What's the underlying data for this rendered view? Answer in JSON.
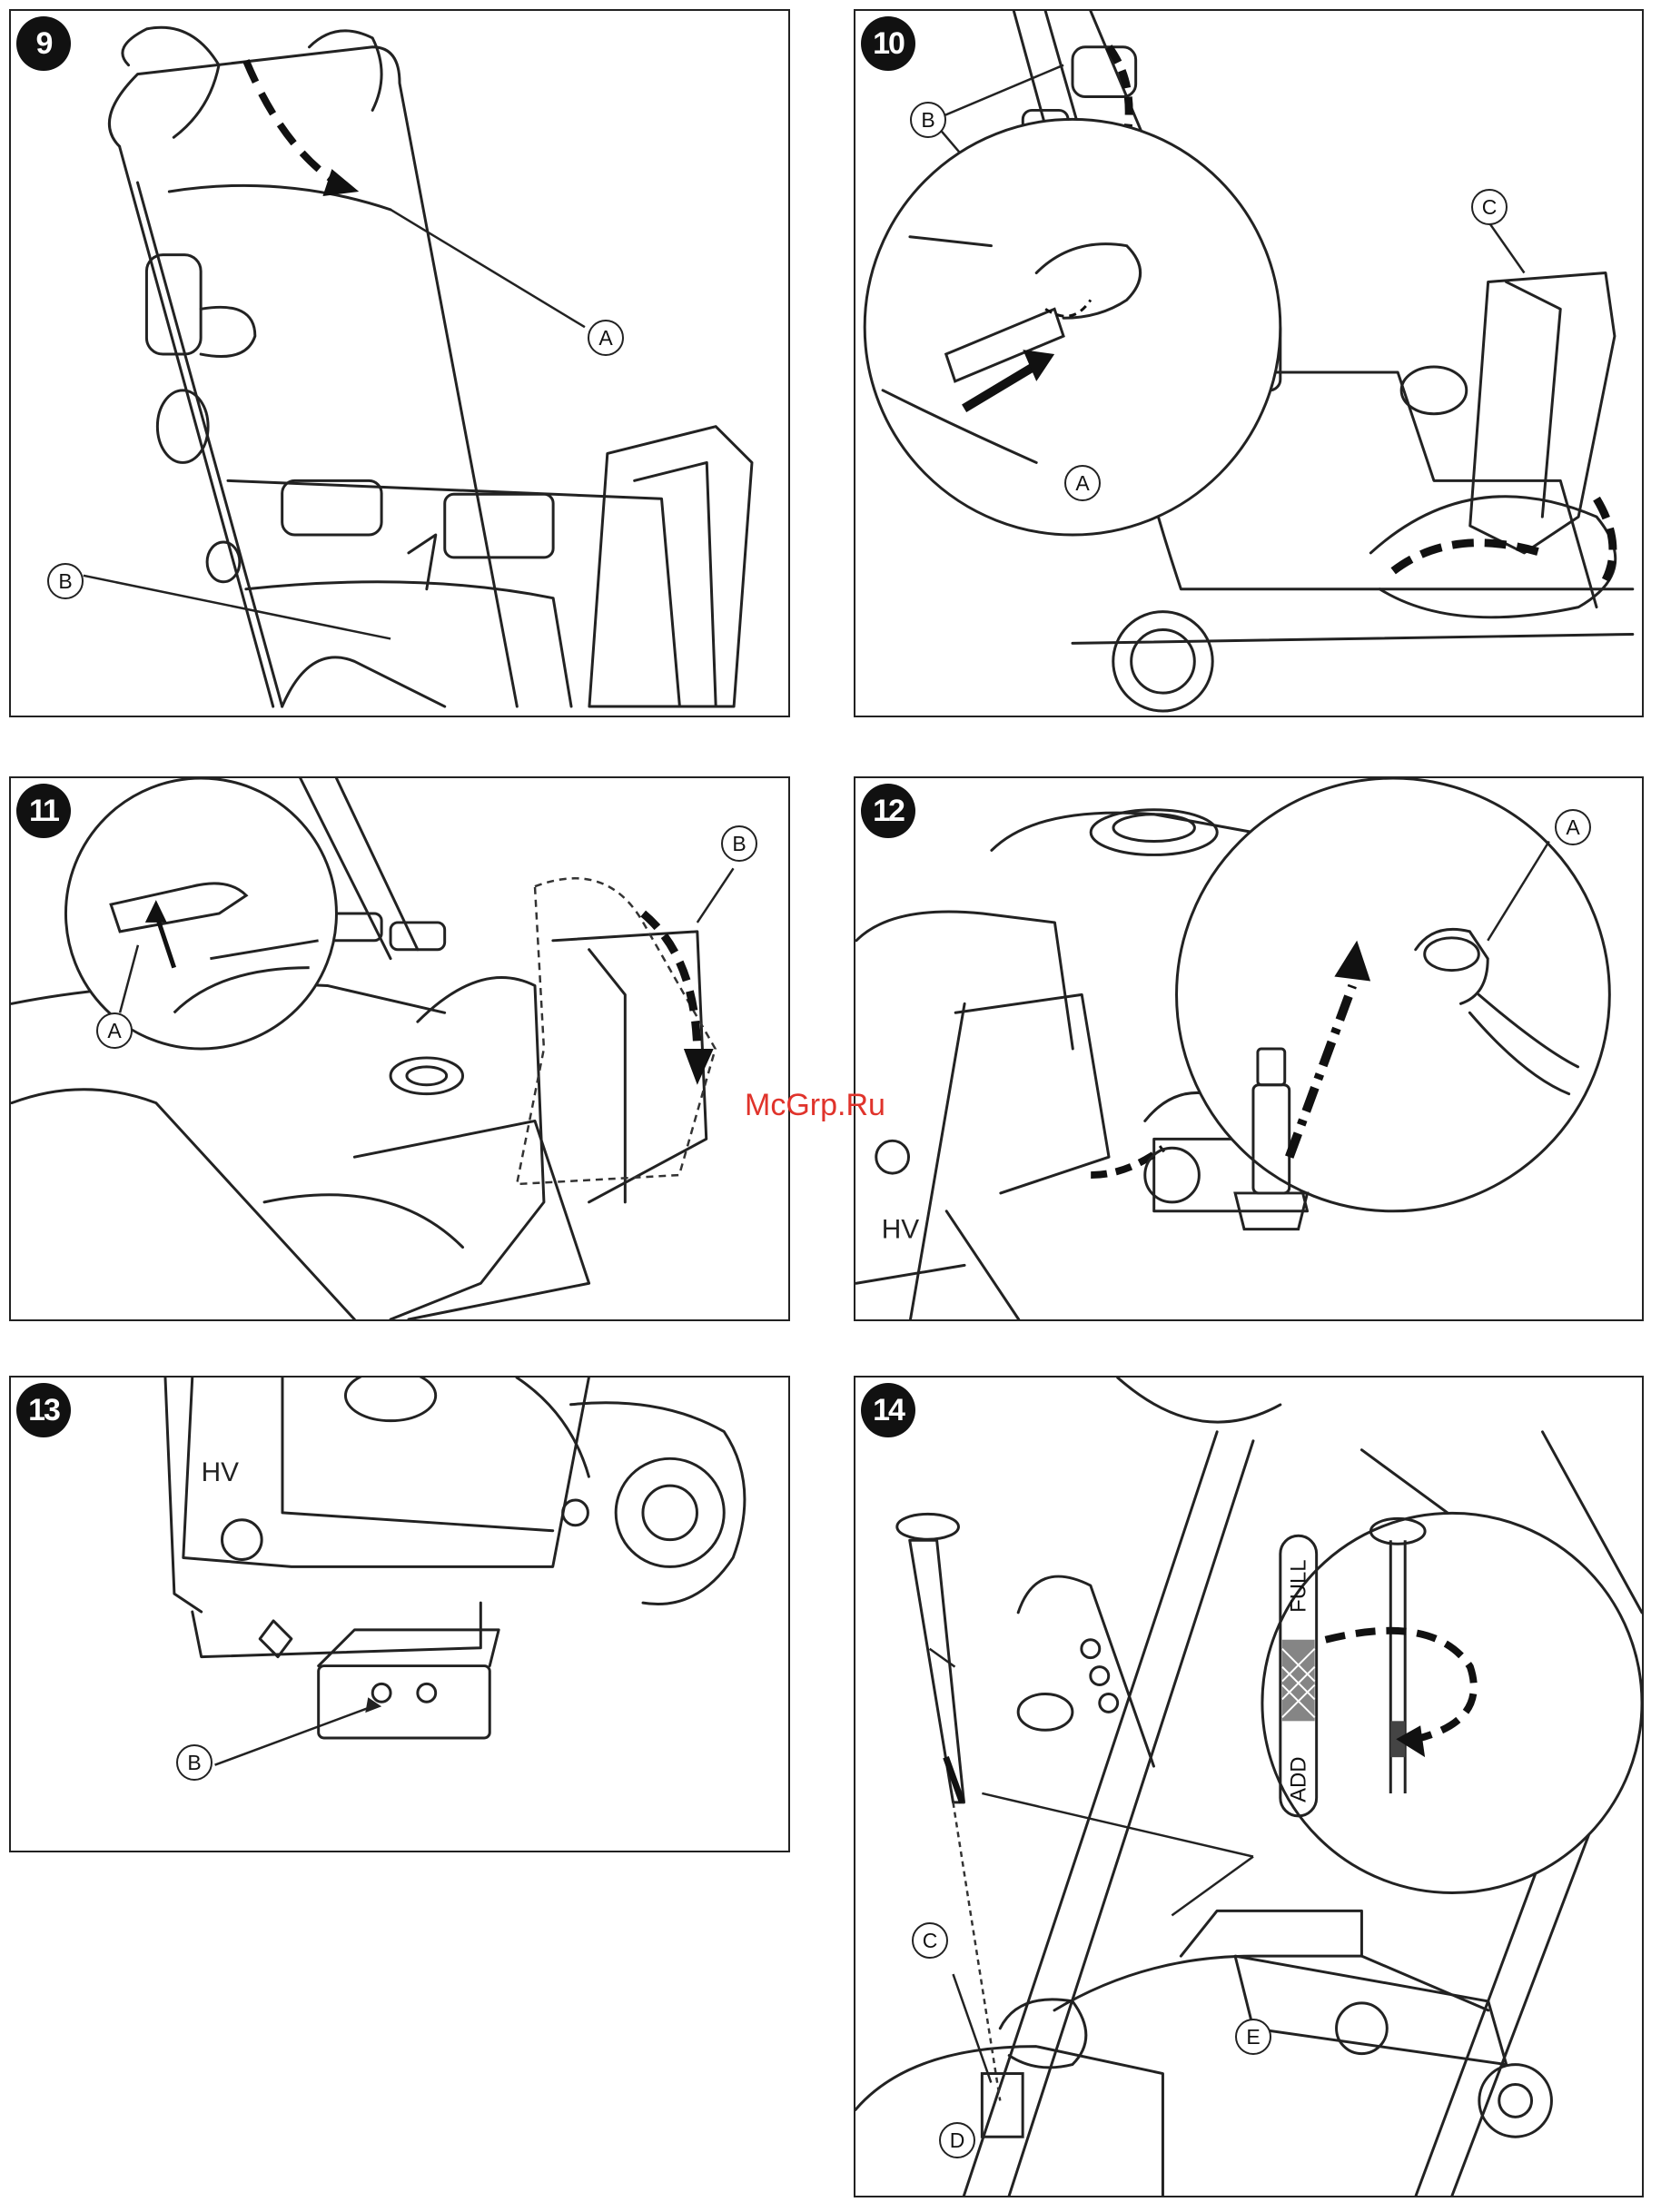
{
  "panels": [
    {
      "number": "9",
      "callouts": [
        "A",
        "B"
      ]
    },
    {
      "number": "10",
      "callouts": [
        "B",
        "C",
        "A"
      ]
    },
    {
      "number": "11",
      "callouts": [
        "B",
        "A"
      ]
    },
    {
      "number": "12",
      "callouts": [
        "A"
      ]
    },
    {
      "number": "13",
      "callouts": [
        "B"
      ]
    },
    {
      "number": "14",
      "callouts": [
        "C",
        "E",
        "D"
      ]
    }
  ],
  "dipstick": {
    "full_label": "FULL",
    "add_label": "ADD"
  },
  "engine_marks": {
    "panel12": "HV",
    "panel13": "HV"
  },
  "watermark": "McGrp.Ru"
}
